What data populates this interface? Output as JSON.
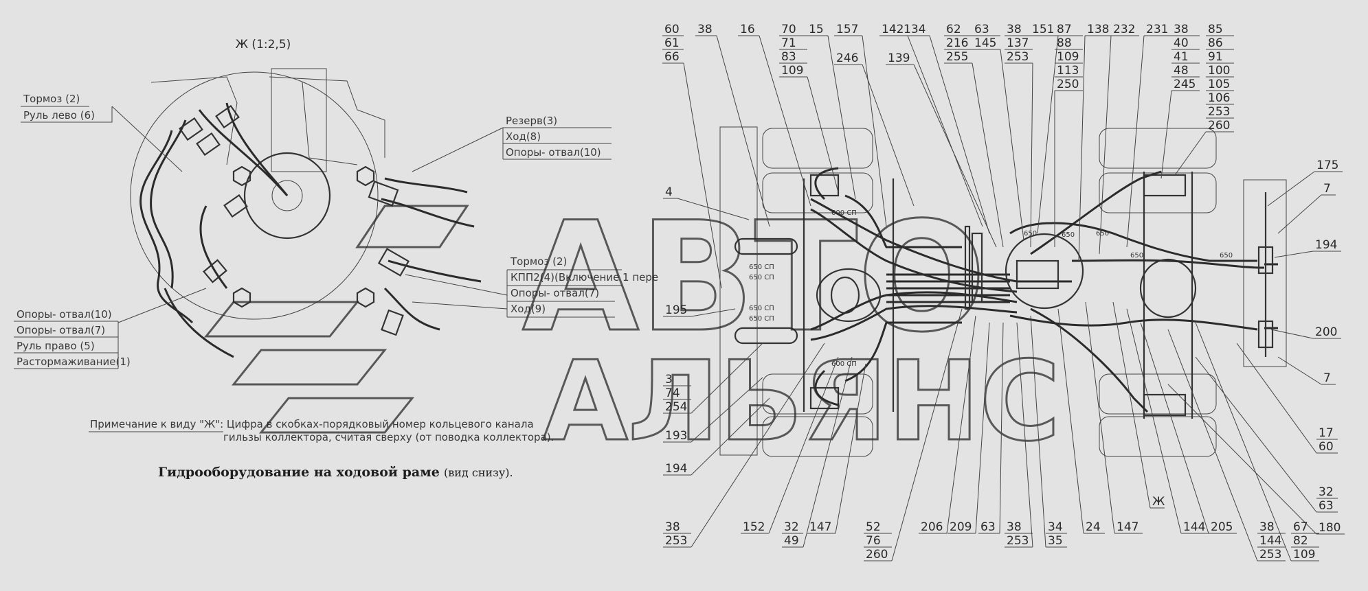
{
  "view_title": "Ж (1:2,5)",
  "caption": {
    "title": "Гидрооборудование на ходовой раме",
    "subtitle": "(вид снизу)."
  },
  "note": {
    "line1": "Примечание к виду \"Ж\": Цифра в скобках-порядковый номер кольцевого канала",
    "line2": "гильзы коллектора, считая сверху (от поводка коллектора)."
  },
  "detail_labels": {
    "left_top": [
      "Тормоз (2)",
      "Руль лево (6)"
    ],
    "right_top": [
      "Резерв(3)",
      "Ход(8)",
      "Опоры- отвал(10)"
    ],
    "right_mid": [
      "Тормоз (2)",
      "КПП2(4)(Включение 1 пере",
      "Опоры- отвал(7)",
      "Ход(9)"
    ],
    "left_bottom": [
      "Опоры- отвал(10)",
      "Опоры- отвал(7)",
      "Руль право (5)",
      "Растормаживание(1)"
    ]
  },
  "callouts_top": [
    {
      "id": "c60",
      "lines": [
        "60",
        "61",
        "66"
      ]
    },
    {
      "id": "c38a",
      "lines": [
        "38"
      ]
    },
    {
      "id": "c16",
      "lines": [
        "16"
      ]
    },
    {
      "id": "c70",
      "lines": [
        "70",
        "71",
        "83",
        "109"
      ]
    },
    {
      "id": "c15",
      "lines": [
        "15"
      ]
    },
    {
      "id": "c157",
      "lines": [
        "157"
      ]
    },
    {
      "id": "c246",
      "lines": [
        "246"
      ]
    },
    {
      "id": "c142",
      "lines": [
        "142"
      ]
    },
    {
      "id": "c134",
      "lines": [
        "134"
      ]
    },
    {
      "id": "c139",
      "lines": [
        "139"
      ]
    },
    {
      "id": "c62",
      "lines": [
        "62",
        "216",
        "255"
      ]
    },
    {
      "id": "c63",
      "lines": [
        "63",
        "145"
      ]
    },
    {
      "id": "c38b",
      "lines": [
        "38",
        "137",
        "253"
      ]
    },
    {
      "id": "c151",
      "lines": [
        "151"
      ]
    },
    {
      "id": "c87",
      "lines": [
        "87",
        "88",
        "109",
        "113",
        "250"
      ]
    },
    {
      "id": "c138",
      "lines": [
        "138"
      ]
    },
    {
      "id": "c232",
      "lines": [
        "232"
      ]
    },
    {
      "id": "c231",
      "lines": [
        "231"
      ]
    },
    {
      "id": "c38c",
      "lines": [
        "38",
        "40",
        "41",
        "48",
        "245"
      ]
    },
    {
      "id": "c85",
      "lines": [
        "85",
        "86",
        "91",
        "100",
        "105",
        "106",
        "253",
        "260"
      ]
    }
  ],
  "callouts_side": [
    {
      "id": "c4",
      "lines": [
        "4"
      ]
    },
    {
      "id": "c195",
      "lines": [
        "195"
      ]
    },
    {
      "id": "c3",
      "lines": [
        "3",
        "74",
        "254"
      ]
    },
    {
      "id": "c193",
      "lines": [
        "193"
      ]
    },
    {
      "id": "c194l",
      "lines": [
        "194"
      ]
    },
    {
      "id": "c175",
      "lines": [
        "175"
      ]
    },
    {
      "id": "c7a",
      "lines": [
        "7"
      ]
    },
    {
      "id": "c194r",
      "lines": [
        "194"
      ]
    },
    {
      "id": "c200",
      "lines": [
        "200"
      ]
    },
    {
      "id": "c7b",
      "lines": [
        "7"
      ]
    },
    {
      "id": "c17",
      "lines": [
        "17",
        "60"
      ]
    },
    {
      "id": "c32r",
      "lines": [
        "32",
        "63"
      ]
    },
    {
      "id": "c180",
      "lines": [
        "180"
      ]
    }
  ],
  "callouts_bottom": [
    {
      "id": "b38",
      "lines": [
        "38",
        "253"
      ]
    },
    {
      "id": "b152",
      "lines": [
        "152"
      ]
    },
    {
      "id": "b32",
      "lines": [
        "32",
        "49"
      ]
    },
    {
      "id": "b147",
      "lines": [
        "147"
      ]
    },
    {
      "id": "b52",
      "lines": [
        "52",
        "76",
        "260"
      ]
    },
    {
      "id": "b206",
      "lines": [
        "206"
      ]
    },
    {
      "id": "b209",
      "lines": [
        "209"
      ]
    },
    {
      "id": "b63",
      "lines": [
        "63"
      ]
    },
    {
      "id": "b38b",
      "lines": [
        "38",
        "253"
      ]
    },
    {
      "id": "b34",
      "lines": [
        "34",
        "35"
      ]
    },
    {
      "id": "b24",
      "lines": [
        "24"
      ]
    },
    {
      "id": "b147b",
      "lines": [
        "147"
      ]
    },
    {
      "id": "bZh",
      "lines": [
        "Ж"
      ]
    },
    {
      "id": "b144",
      "lines": [
        "144"
      ]
    },
    {
      "id": "b205",
      "lines": [
        "205"
      ]
    },
    {
      "id": "b38c",
      "lines": [
        "38",
        "144",
        "253"
      ]
    },
    {
      "id": "b67",
      "lines": [
        "67",
        "82",
        "109"
      ]
    }
  ],
  "pipe_marks": [
    "600 СП",
    "650 СП",
    "650 СП",
    "650 СП",
    "650 СП",
    "600 СП",
    "650",
    "650",
    "650",
    "650",
    "650"
  ],
  "watermark": {
    "line1": "АВТО",
    "line2": "АЛЬЯНС"
  }
}
